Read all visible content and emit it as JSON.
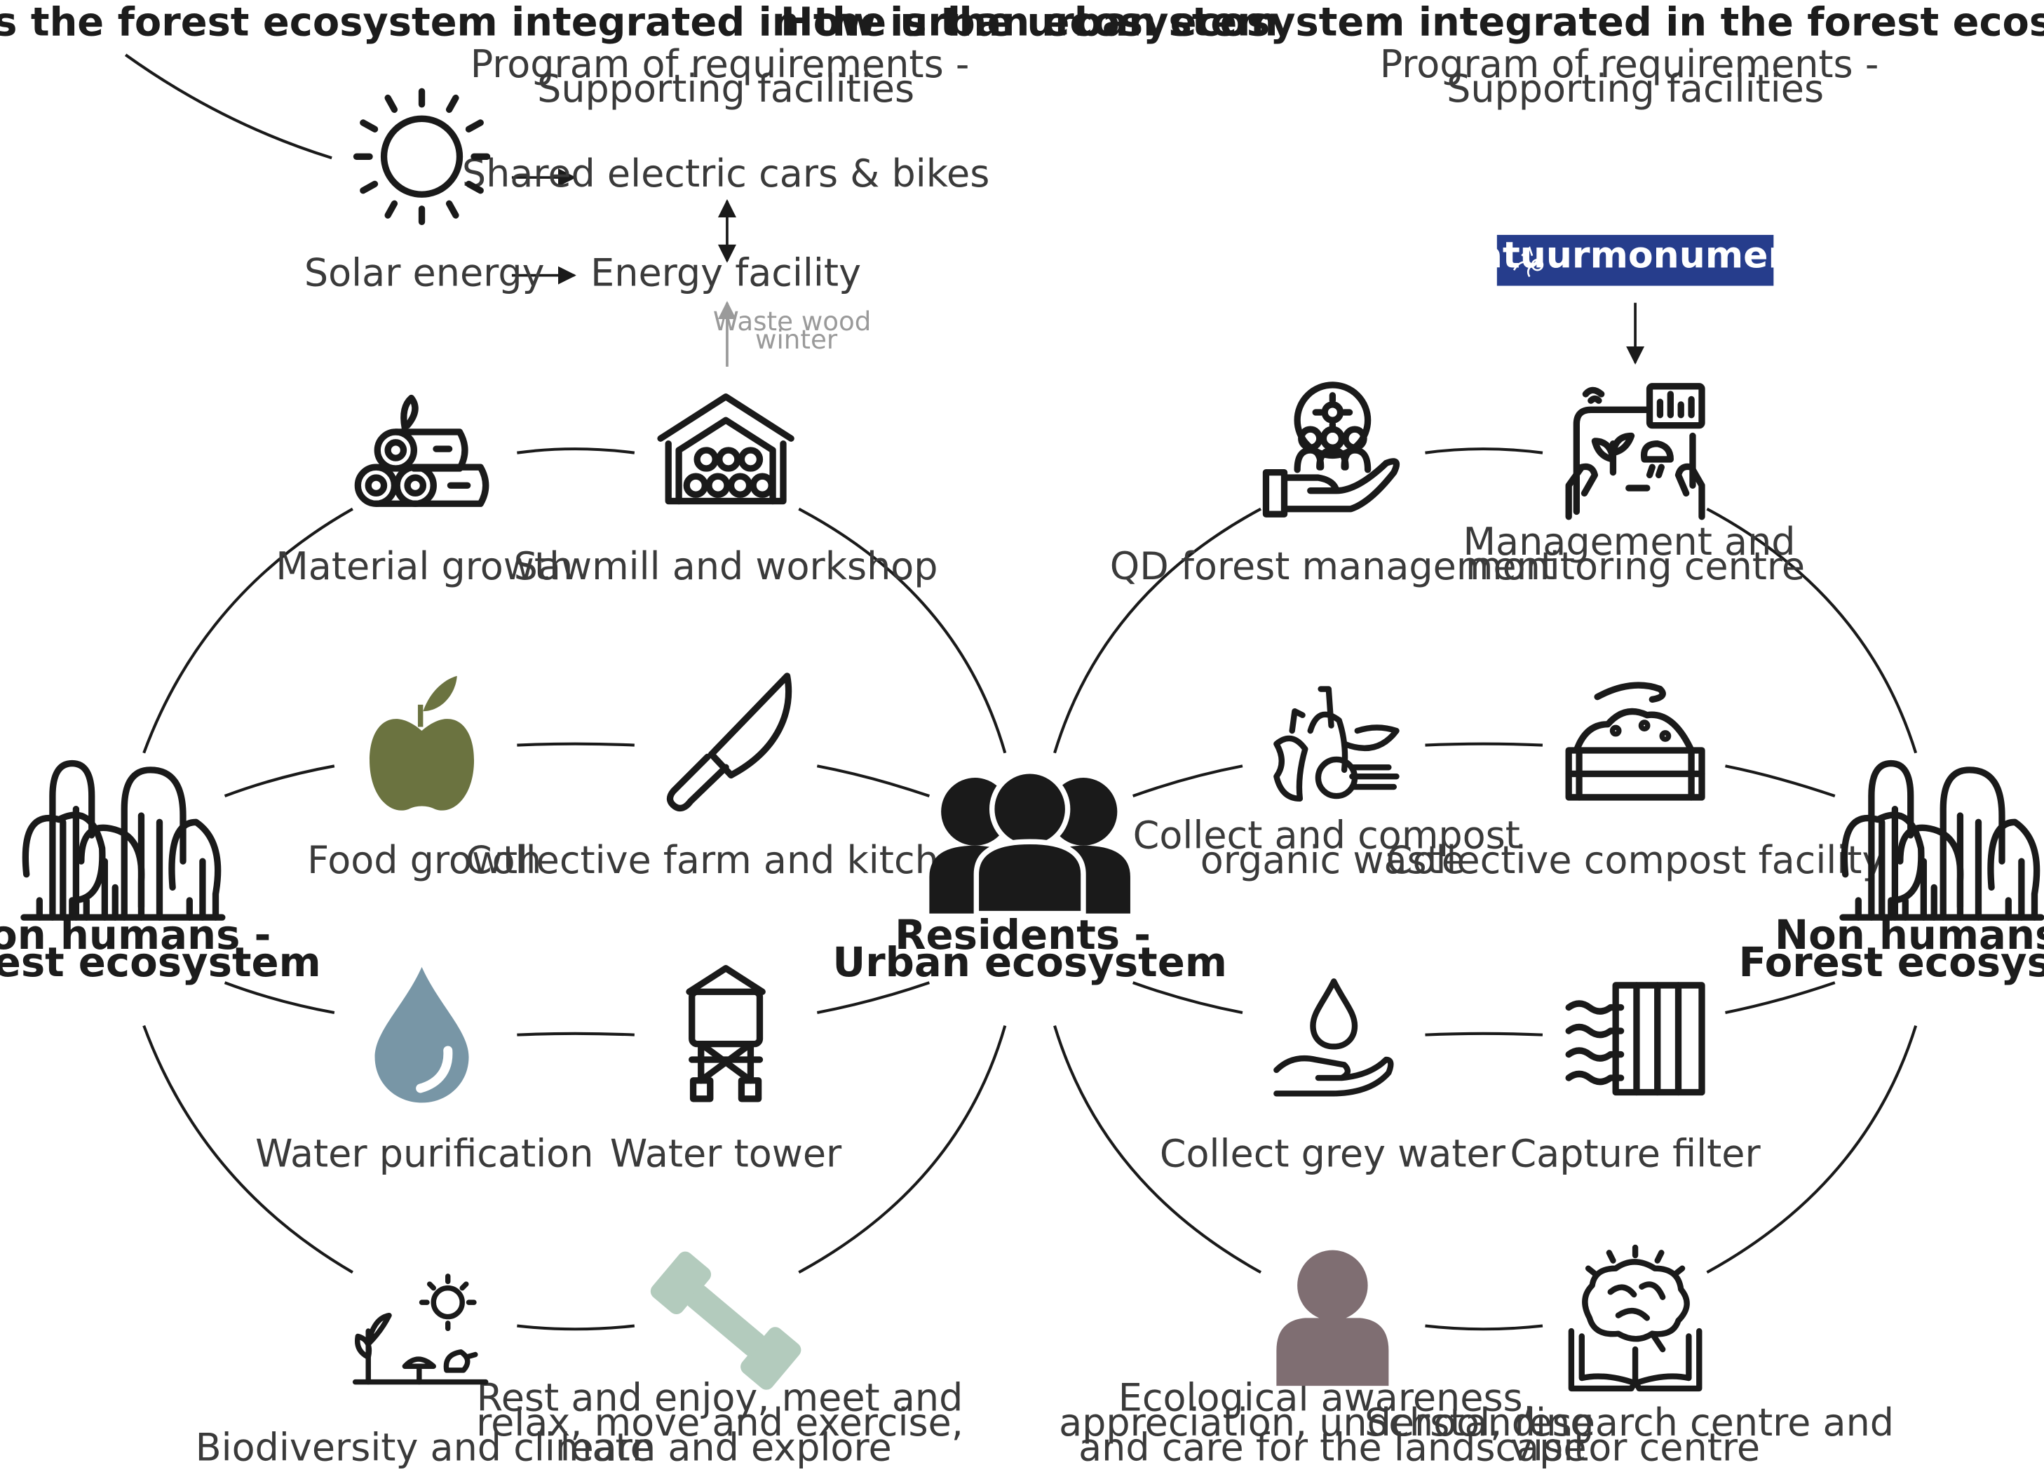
{
  "left": {
    "title": "How is the forest ecosystem integrated in the urban ecosystem",
    "program": [
      "Program of requirements -",
      "Supporting facilities"
    ],
    "solar_energy": "Solar energy",
    "shared_cars": "Shared electric cars & bikes",
    "energy_facility": "Energy facility",
    "waste_wood": [
      "Waste wood",
      "winter"
    ],
    "material_growth": "Material growth",
    "sawmill": "Sawmill and workshop",
    "food_growth": "Food growth",
    "farm_kitchen": "Collective farm and kitchen",
    "water_purification": "Water purification",
    "water_tower": "Water tower",
    "biodiversity": "Biodiversity and climate",
    "rest": [
      "Rest and enjoy, meet and",
      "relax, move and exercise,",
      "learn and explore"
    ],
    "non_humans": [
      "Non humans -",
      "Forest ecosystem"
    ]
  },
  "center": {
    "residents": [
      "Residents -",
      "Urban ecosystem"
    ]
  },
  "right": {
    "title": "How is the urban ecosystem integrated in the forest ecosystem",
    "program": [
      "Program of requirements -",
      "Supporting facilities"
    ],
    "brand": "Natuurmonumenten",
    "qd_forest": "QD forest management",
    "management": [
      "Management and",
      "monitoring centre"
    ],
    "collect_compost": [
      "Collect and compost",
      "organic waste"
    ],
    "compost_facility": "Collective compost facility",
    "grey_water": "Collect grey water",
    "capture_filter": "Capture filter",
    "awareness": [
      "Ecological awareness,",
      "appreciation, understanding",
      "and care for the landscape"
    ],
    "school": [
      "School, research centre and",
      "visitor centre"
    ],
    "non_humans": [
      "Non humans -",
      "Forest ecosystem"
    ]
  },
  "colors": {
    "apple": "#6b7340",
    "water_drop": "#7896a6",
    "dumbbell": "#b3cbbd",
    "person": "#7f6e72",
    "brand_bg": "#263d8c",
    "ink": "#1a1a1a"
  },
  "icons": [
    "sun-icon",
    "logs-icon",
    "sawmill-icon",
    "apple-icon",
    "knife-icon",
    "water-drop-icon",
    "water-tower-icon",
    "plants-sun-icon",
    "dumbbell-icon",
    "forest-icon",
    "people-group-icon",
    "hand-community-icon",
    "tablet-monitoring-icon",
    "organic-waste-icon",
    "compost-crate-icon",
    "water-hand-icon",
    "filter-icon",
    "person-icon",
    "brain-book-icon"
  ]
}
